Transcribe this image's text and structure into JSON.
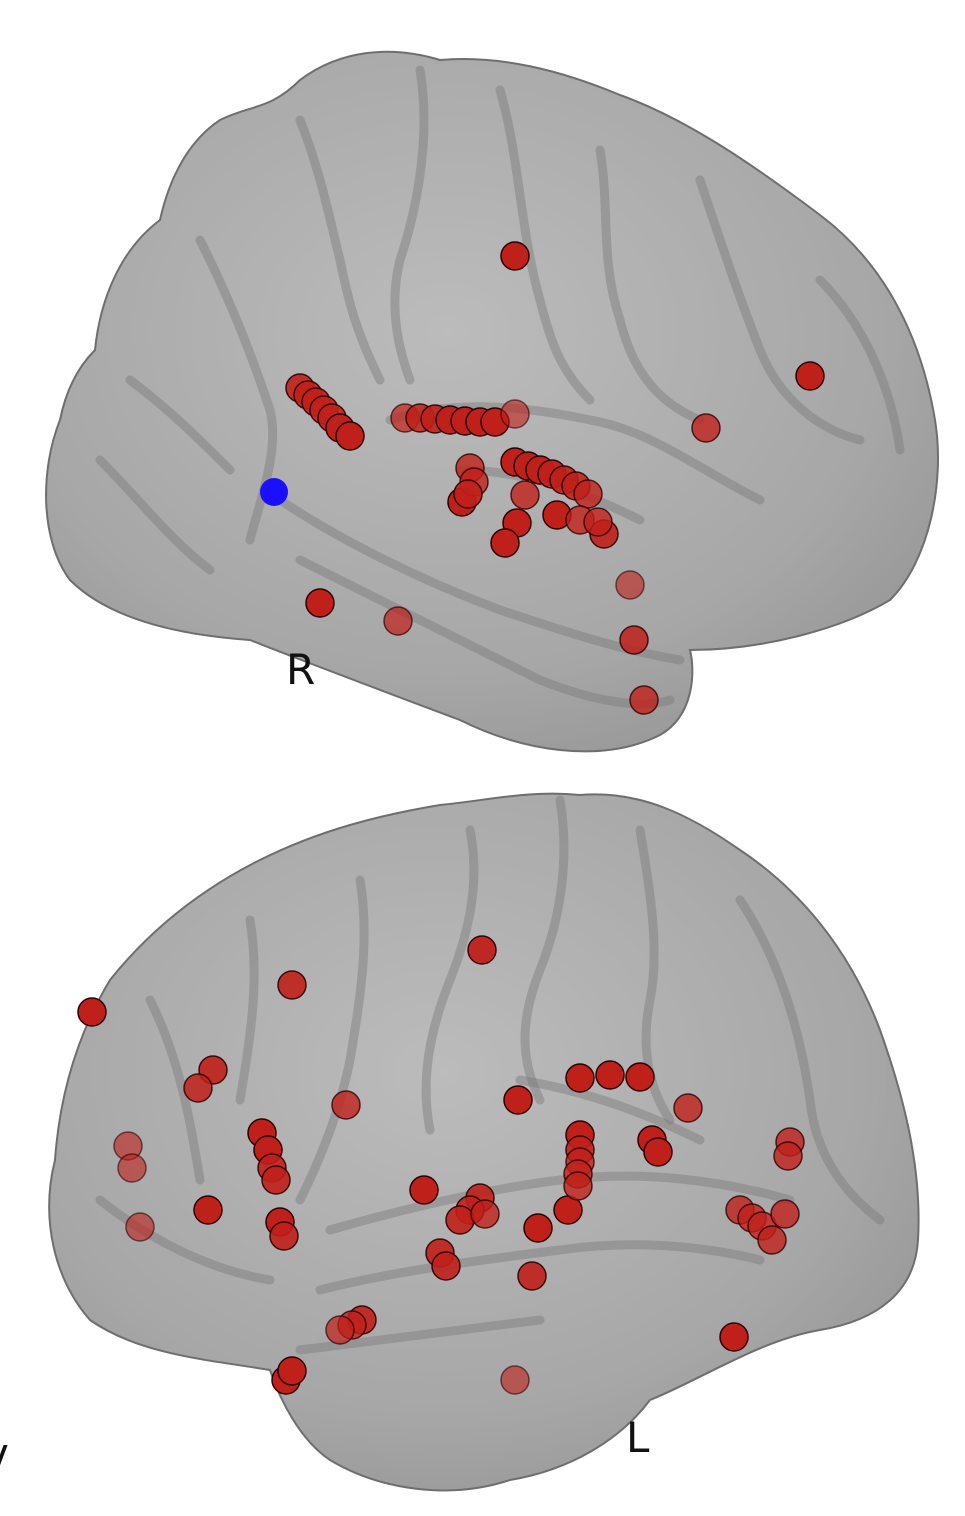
{
  "labels": {
    "right_hemisphere": "R",
    "left_hemisphere": "L",
    "cropped_edge_text": "v"
  },
  "colors": {
    "background": "#ffffff",
    "brain_fill": "#9c9c9c",
    "brain_edge": "#6e6e6e",
    "sulcus_shadow": "#7a7a7a",
    "electrode_fill": "#c0201a",
    "electrode_edge": "#2a0000",
    "reference_electrode": "#1a10ff"
  },
  "icons": {
    "electrode": "filled-circle",
    "reference": "filled-circle-blue"
  }
}
